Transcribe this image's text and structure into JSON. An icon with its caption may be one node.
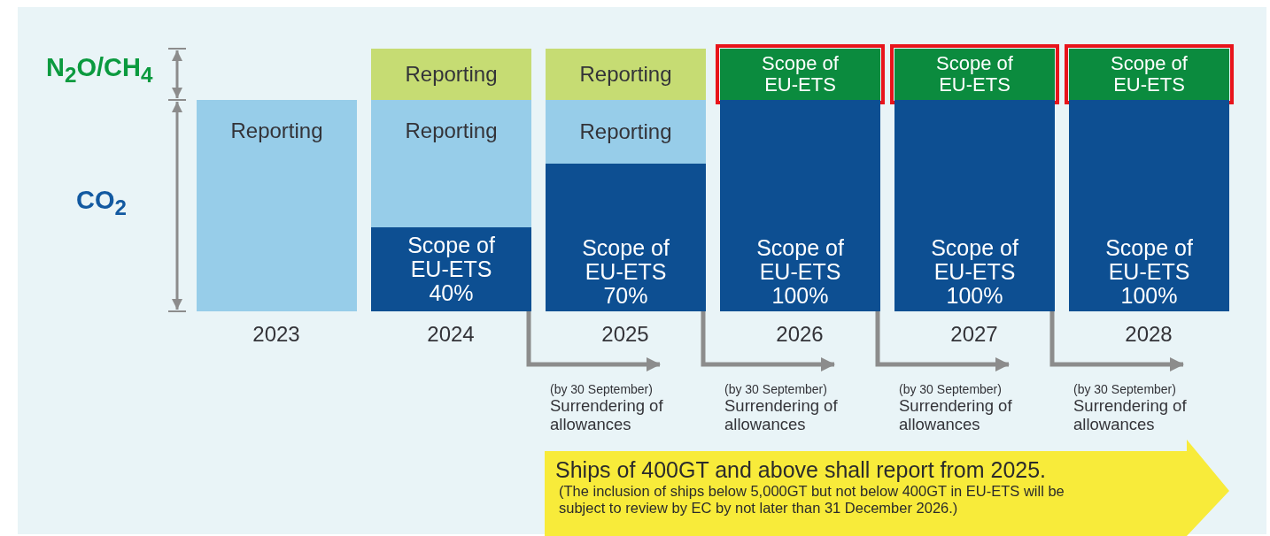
{
  "diagram": {
    "nodes": [
      {
        "text": [
          "Reporting"
        ]
      },
      {
        "text": [
          "Reporting"
        ]
      },
      {
        "text": [
          "Reporting"
        ]
      },
      {
        "text": [
          "Scope of EU-ETS 40%"
        ]
      },
      {
        "text": [
          "Reporting"
        ]
      },
      {
        "text": [
          "Reporting"
        ]
      },
      {
        "text": [
          "Scope of EU-ETS 70%"
        ]
      },
      {
        "text": [
          "Scope of EU-ETS"
        ]
      },
      {
        "text": [
          "Scope of EU-ETS 100%"
        ]
      },
      {
        "text": [
          "Scope of EU-ETS"
        ]
      },
      {
        "text": [
          "Scope of EU-ETS 100%"
        ]
      },
      {
        "text": [
          "Scope of EU-ETS"
        ]
      },
      {
        "text": [
          "Scope of EU-ETS 100%"
        ]
      },
      {
        "text": [
          "(by 30 September)",
          "Surrendering of allowances"
        ]
      },
      {
        "text": [
          "(by 30 September)",
          "Surrendering of allowances"
        ]
      },
      {
        "text": [
          "(by 30 September)",
          "Surrendering of allowances"
        ]
      },
      {
        "text": [
          "(by 30 September)",
          "Surrendering of allowances"
        ]
      },
      {
        "text": [
          "Ships of 400GT and above shall report from 2025.",
          "(The inclusion of ships below 5,000GT but not below 400GT in EU-ETS will be subject to review by EC by not later than 31 December 2026.)"
        ]
      }
    ],
    "edges": [
      {
        "from": 3,
        "to": 13,
        "arrow": "to"
      },
      {
        "from": 6,
        "to": 14,
        "arrow": "to"
      },
      {
        "from": 8,
        "to": 15,
        "arrow": "to"
      },
      {
        "from": 10,
        "to": 16,
        "arrow": "to"
      }
    ],
    "labels": [
      "N$_{2}$O/CH$_{4}$",
      "CO$_{2}$",
      "2023",
      "2024",
      "2025",
      "2026",
      "2027",
      "2028"
    ]
  }
}
